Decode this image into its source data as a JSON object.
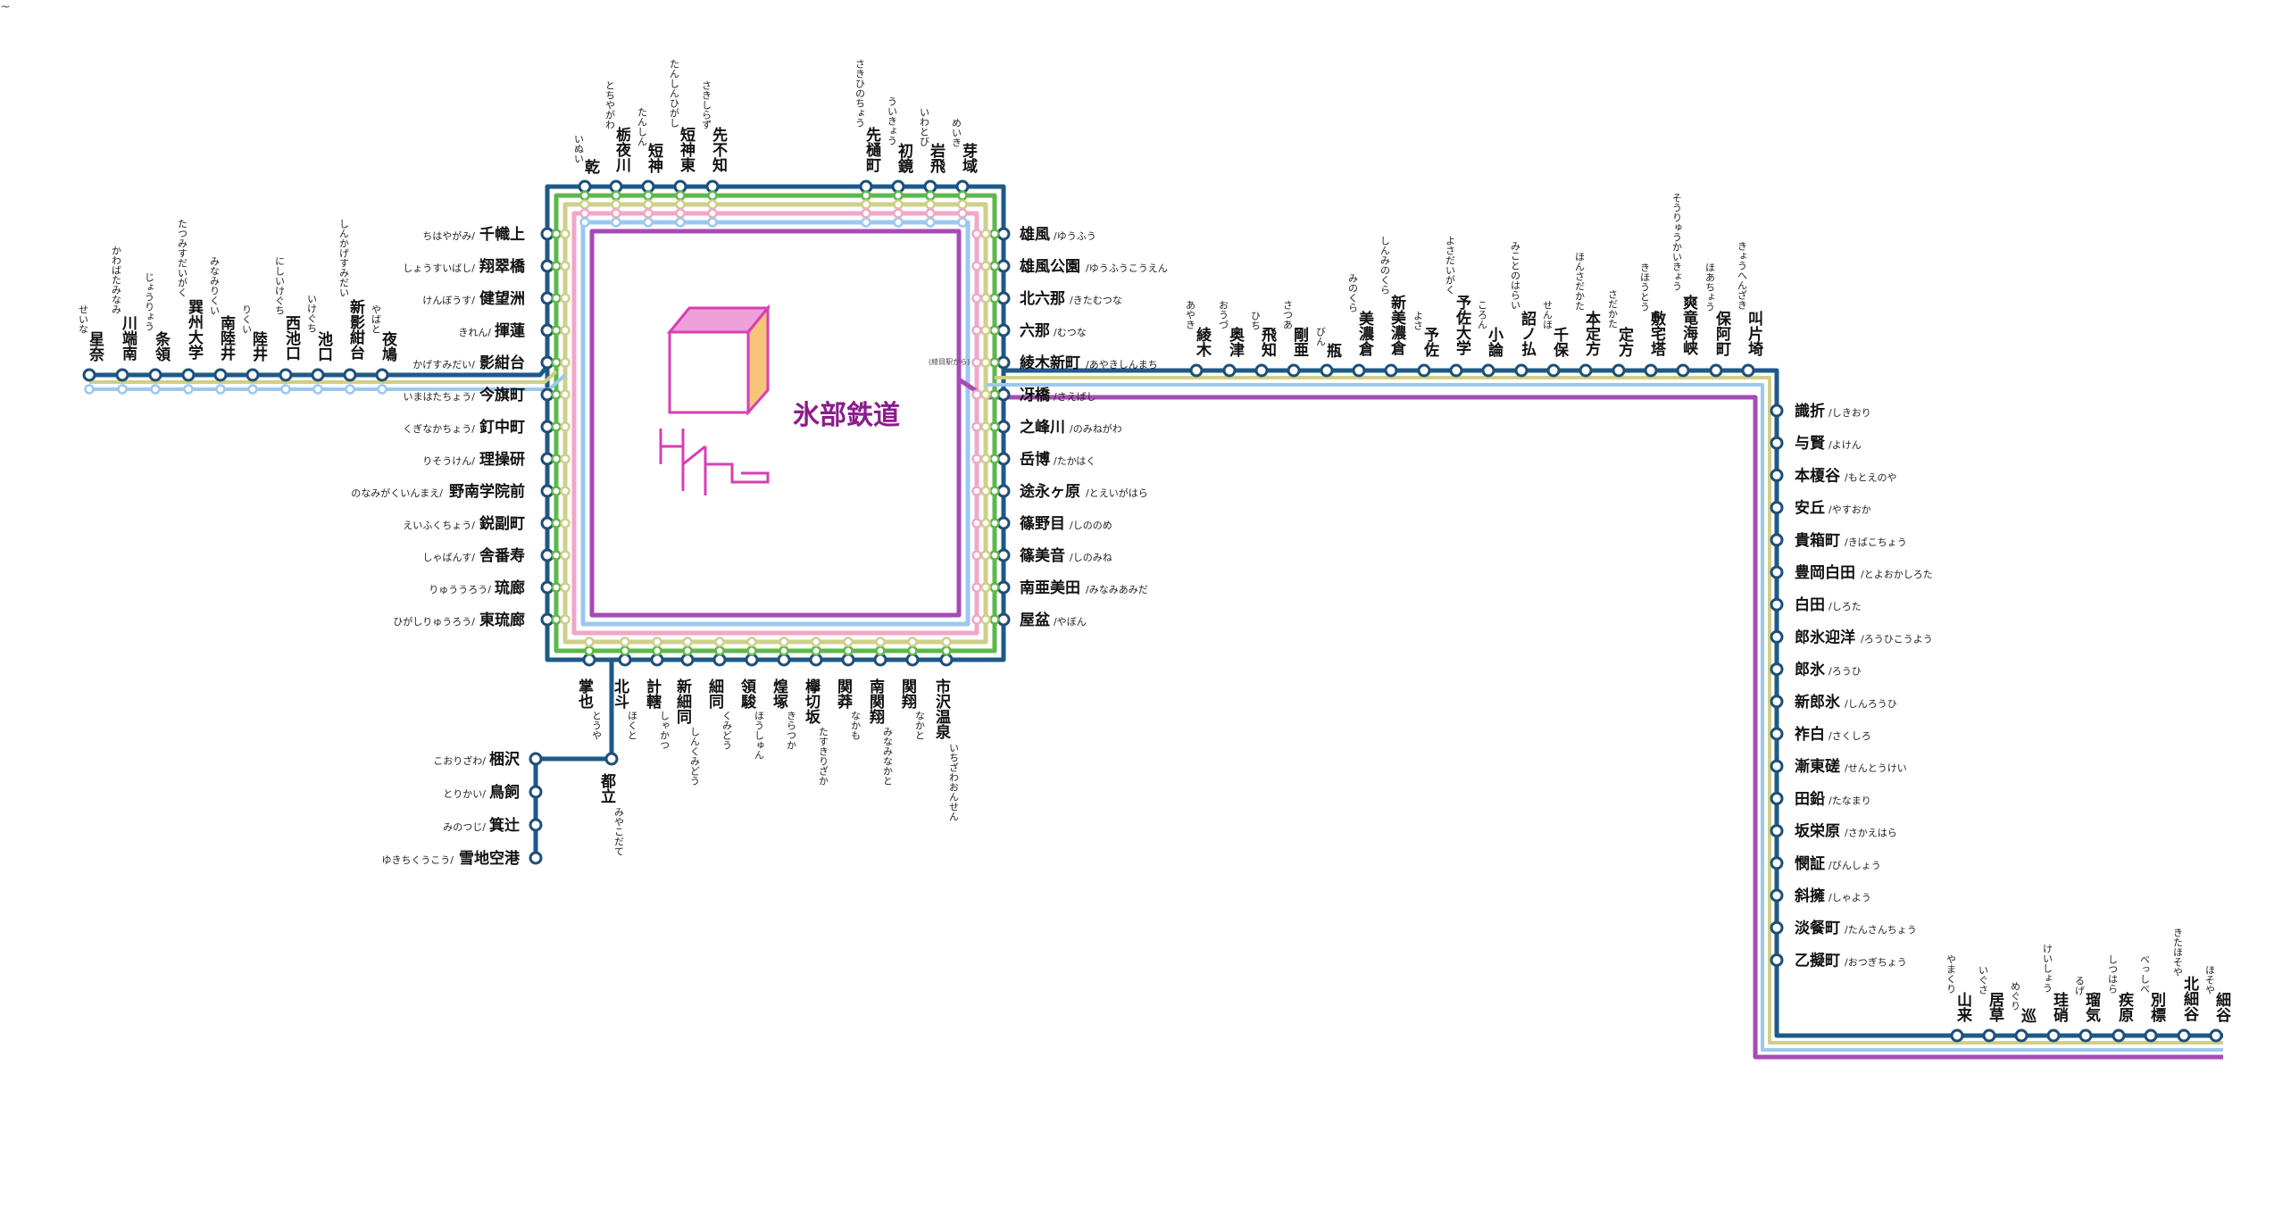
{
  "window": {
    "corner_mark": "~"
  },
  "title": "氷部鉄道",
  "colors": {
    "navy": "#1d5a87",
    "green": "#5cb84a",
    "khaki": "#cfcf8a",
    "pink": "#f2a6c8",
    "blue": "#9cc8ee",
    "purple": "#a64bb4",
    "logo_magenta": "#d63fb6",
    "logo_pink": "#f0a0d8",
    "logo_yellow": "#f6c57a"
  },
  "top_stations": [
    {
      "name": "乾",
      "kana": "いぬい"
    },
    {
      "name": "栃夜川",
      "kana": "とちやがわ"
    },
    {
      "name": "短神",
      "kana": "たんしん"
    },
    {
      "name": "短神東",
      "kana": "たんしんひがし"
    },
    {
      "name": "先不知",
      "kana": "さきしらず"
    },
    {
      "name": "先樋町",
      "kana": "さきひのちょう"
    },
    {
      "name": "初鏡",
      "kana": "ういきょう"
    },
    {
      "name": "岩飛",
      "kana": "いわとび"
    },
    {
      "name": "芽域",
      "kana": "めいき"
    }
  ],
  "left_stations": [
    {
      "name": "千幟上",
      "kana": "ちはやがみ"
    },
    {
      "name": "翔翠橋",
      "kana": "しょうすいばし"
    },
    {
      "name": "健望洲",
      "kana": "けんぼうす"
    },
    {
      "name": "揮蓮",
      "kana": "きれん"
    },
    {
      "name": "影紺台",
      "kana": "かげすみだい"
    },
    {
      "name": "今旗町",
      "kana": "いまはたちょう"
    },
    {
      "name": "釘中町",
      "kana": "くぎなかちょう"
    },
    {
      "name": "理操研",
      "kana": "りそうけん"
    },
    {
      "name": "野南学院前",
      "kana": "のなみがくいんまえ"
    },
    {
      "name": "鋭副町",
      "kana": "えいふくちょう"
    },
    {
      "name": "舎番寿",
      "kana": "しゃばんす"
    },
    {
      "name": "琉廊",
      "kana": "りゅううろう"
    },
    {
      "name": "東琉廊",
      "kana": "ひがしりゅうろう"
    }
  ],
  "right_stations": [
    {
      "name": "雄風",
      "kana": "ゆうふう"
    },
    {
      "name": "雄風公園",
      "kana": "ゆうふうこうえん"
    },
    {
      "name": "北六那",
      "kana": "きたむつな"
    },
    {
      "name": "六那",
      "kana": "むつな"
    },
    {
      "name": "綾木新町",
      "kana": "あやきしんまち"
    },
    {
      "name": "冴橋",
      "kana": "さえばし"
    },
    {
      "name": "之峰川",
      "kana": "のみねがわ"
    },
    {
      "name": "岳博",
      "kana": "たかはく"
    },
    {
      "name": "途永ヶ原",
      "kana": "とえいがはら"
    },
    {
      "name": "篠野目",
      "kana": "しののめ"
    },
    {
      "name": "篠美音",
      "kana": "しのみね"
    },
    {
      "name": "南亜美田",
      "kana": "みなみあみだ"
    },
    {
      "name": "屋盆",
      "kana": "やぼん"
    }
  ],
  "bottom_stations": [
    {
      "name": "掌也",
      "kana": "とうや"
    },
    {
      "name": "北斗",
      "kana": "ほくと"
    },
    {
      "name": "計轄",
      "kana": "しゃかつ"
    },
    {
      "name": "新細同",
      "kana": "しんくみどう"
    },
    {
      "name": "細同",
      "kana": "くみどう"
    },
    {
      "name": "領駿",
      "kana": "ほうしゅん"
    },
    {
      "name": "煌塚",
      "kana": "きらつか"
    },
    {
      "name": "欅切坂",
      "kana": "たすきりざか"
    },
    {
      "name": "関莽",
      "kana": "なかも"
    },
    {
      "name": "南関翔",
      "kana": "みなみなかと"
    },
    {
      "name": "関翔",
      "kana": "なかと"
    },
    {
      "name": "市沢温泉",
      "kana": "いちざわおんせん"
    }
  ],
  "west_branch": [
    {
      "name": "星奈",
      "kana": "せいな"
    },
    {
      "name": "川端南",
      "kana": "かわばたみなみ"
    },
    {
      "name": "条領",
      "kana": "じょうりょう"
    },
    {
      "name": "巽州大学",
      "kana": "たつみすだいがく"
    },
    {
      "name": "南陸井",
      "kana": "みなみりくい"
    },
    {
      "name": "陸井",
      "kana": "りくい"
    },
    {
      "name": "西池口",
      "kana": "にしいけぐち"
    },
    {
      "name": "池口",
      "kana": "いけぐち"
    },
    {
      "name": "新影紺台",
      "kana": "しんかげすみだい"
    },
    {
      "name": "夜鳩",
      "kana": "やばと"
    }
  ],
  "east_branch": [
    {
      "name": "綾木",
      "kana": "あやき"
    },
    {
      "name": "奥津",
      "kana": "おうづ"
    },
    {
      "name": "飛知",
      "kana": "ひち"
    },
    {
      "name": "剛亜",
      "kana": "さつあ"
    },
    {
      "name": "瓶",
      "kana": "びん"
    },
    {
      "name": "美濃倉",
      "kana": "みのくら"
    },
    {
      "name": "新美濃倉",
      "kana": "しんみのくら"
    },
    {
      "name": "予佐",
      "kana": "よさ"
    },
    {
      "name": "予佐大学",
      "kana": "よさだいがく"
    },
    {
      "name": "小論",
      "kana": "ころん"
    },
    {
      "name": "詔ノ払",
      "kana": "みことのはらい"
    },
    {
      "name": "千保",
      "kana": "せんほ"
    },
    {
      "name": "本定方",
      "kana": "ほんさだかた"
    },
    {
      "name": "定方",
      "kana": "さだかた"
    },
    {
      "name": "敷宅塔",
      "kana": "きほうとう"
    },
    {
      "name": "爽竜海峡",
      "kana": "そうりゅうかいきょう"
    },
    {
      "name": "保阿町",
      "kana": "ほあちょう"
    },
    {
      "name": "叫片埼",
      "kana": "きょうへんざき"
    }
  ],
  "south_branch": [
    {
      "name": "識折",
      "kana": "しきおり"
    },
    {
      "name": "与賢",
      "kana": "よけん"
    },
    {
      "name": "本榎谷",
      "kana": "もとえのや"
    },
    {
      "name": "安丘",
      "kana": "やすおか"
    },
    {
      "name": "貴箱町",
      "kana": "きばこちょう"
    },
    {
      "name": "豊岡白田",
      "kana": "とよおかしろた"
    },
    {
      "name": "白田",
      "kana": "しろた"
    },
    {
      "name": "郎氷迎洋",
      "kana": "ろうひこうよう"
    },
    {
      "name": "郎氷",
      "kana": "ろうひ"
    },
    {
      "name": "新郎氷",
      "kana": "しんろうひ"
    },
    {
      "name": "祚白",
      "kana": "さくしろ"
    },
    {
      "name": "漸東磋",
      "kana": "せんとうけい"
    },
    {
      "name": "田鉛",
      "kana": "たなまり"
    },
    {
      "name": "坂栄原",
      "kana": "さかえはら"
    },
    {
      "name": "憫証",
      "kana": "びんしょう"
    },
    {
      "name": "斜擁",
      "kana": "しゃよう"
    },
    {
      "name": "淡餐町",
      "kana": "たんさんちょう"
    },
    {
      "name": "乙擬町",
      "kana": "おつぎちょう"
    }
  ],
  "far_branch": [
    {
      "name": "山来",
      "kana": "やまくり"
    },
    {
      "name": "居草",
      "kana": "いぐさ"
    },
    {
      "name": "巡",
      "kana": "めぐり"
    },
    {
      "name": "珪硝",
      "kana": "けいしょう"
    },
    {
      "name": "瑠気",
      "kana": "るげ"
    },
    {
      "name": "疾原",
      "kana": "しつはら"
    },
    {
      "name": "別標",
      "kana": "べっしべ"
    },
    {
      "name": "北細谷",
      "kana": "きたほそや"
    },
    {
      "name": "細谷",
      "kana": "ほそや"
    }
  ],
  "airport_branch": [
    {
      "name": "梱沢",
      "kana": "こおりざわ"
    },
    {
      "name": "鳥飼",
      "kana": "とりかい"
    },
    {
      "name": "箕辻",
      "kana": "みのつじ"
    },
    {
      "name": "雪地空港",
      "kana": "ゆきちくうこう"
    }
  ],
  "capital_branch": {
    "name": "都立",
    "kana": "みやこだて"
  },
  "small_note": "(綾目駅から)"
}
